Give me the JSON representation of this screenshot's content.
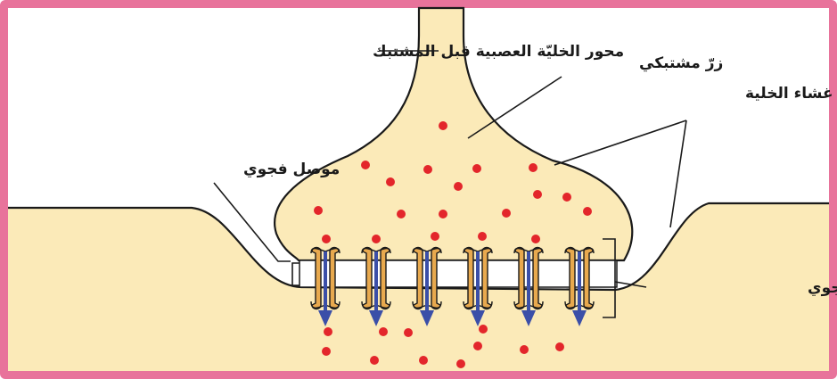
{
  "colors": {
    "frame": "#e8739b",
    "cytoplasm": "#fbeab8",
    "membrane": "#1a1a1a",
    "vesicle": "#e3262b",
    "protein": "#e8a94e",
    "arrow": "#3b4fa8"
  },
  "labels": {
    "presynaptic_axon": "محور الخليّة العصبية قبل المشتبك",
    "synaptic_knob": "زرّ مشتبكي",
    "cell_membrane": "غشاء الخلية",
    "gap_junction": "موصل فجوي",
    "gap_junction_channel": "قناة موصل فجوي"
  },
  "diagram": {
    "channel_count": 6,
    "vesicle_count": 30
  }
}
